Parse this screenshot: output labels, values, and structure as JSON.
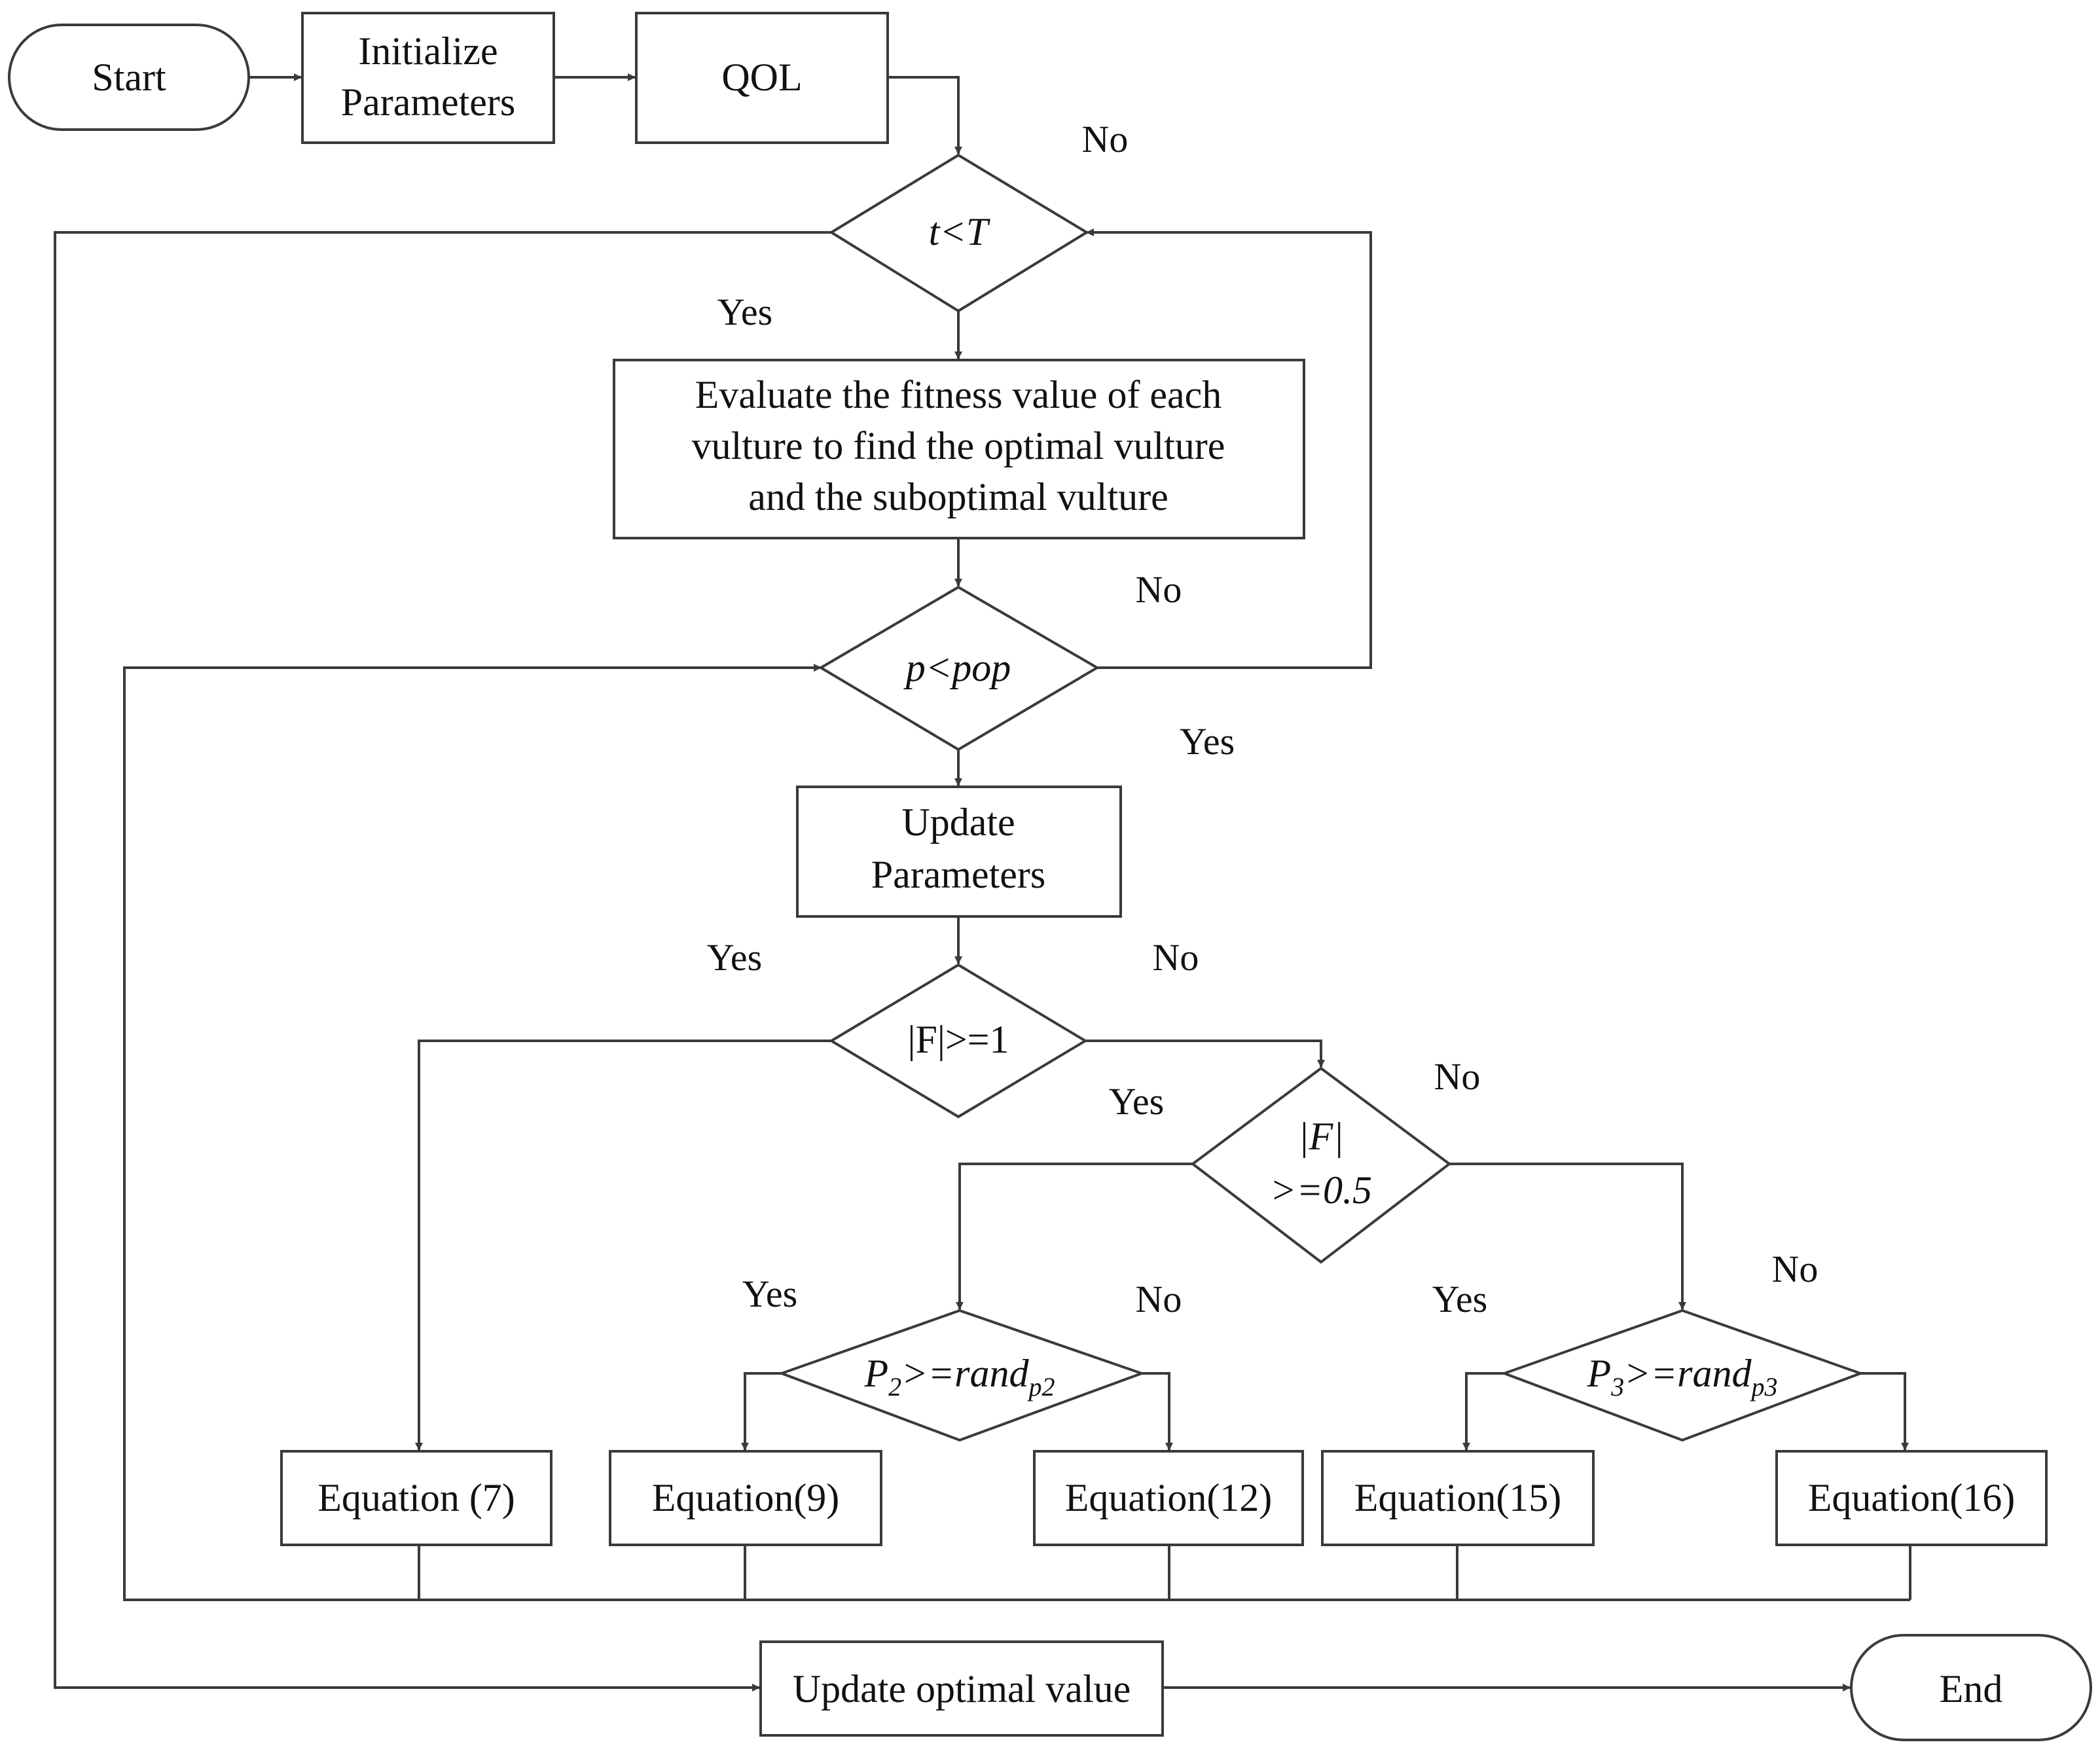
{
  "colors": {
    "stroke": "#3a3a3a",
    "text": "#111111",
    "background": "#ffffff"
  },
  "nodes": {
    "start": "Start",
    "init_line1": "Initialize",
    "init_line2": "Parameters",
    "qol": "QOL",
    "cond_t": "t<T",
    "evaluate_line1": "Evaluate the fitness value of each",
    "evaluate_line2": "vulture to find the optimal vulture",
    "evaluate_line3": "and the suboptimal vulture",
    "cond_pop": "p<pop",
    "update_line1": "Update",
    "update_line2": "Parameters",
    "cond_f1": "|F|>=1",
    "cond_f05_line1": "|F|",
    "cond_f05_line2": ">=0.5",
    "cond_p2_main": "P",
    "cond_p2_sub": "2",
    "cond_p2_rest": ">=rand",
    "cond_p2_sub2": "p2",
    "cond_p3_main": "P",
    "cond_p3_sub": "3",
    "cond_p3_rest": ">=rand",
    "cond_p3_sub2": "p3",
    "eq7": "Equation (7)",
    "eq9": "Equation(9)",
    "eq12": "Equation(12)",
    "eq15": "Equation(15)",
    "eq16": "Equation(16)",
    "update_optimal": "Update optimal value",
    "end": "End"
  },
  "edge_labels": {
    "t_no": "No",
    "t_yes": "Yes",
    "pop_no": "No",
    "pop_yes": "Yes",
    "f1_yes": "Yes",
    "f1_no": "No",
    "f05_yes": "Yes",
    "f05_no": "No",
    "p2_yes": "Yes",
    "p2_no": "No",
    "p3_yes": "Yes",
    "p3_no": "No"
  }
}
